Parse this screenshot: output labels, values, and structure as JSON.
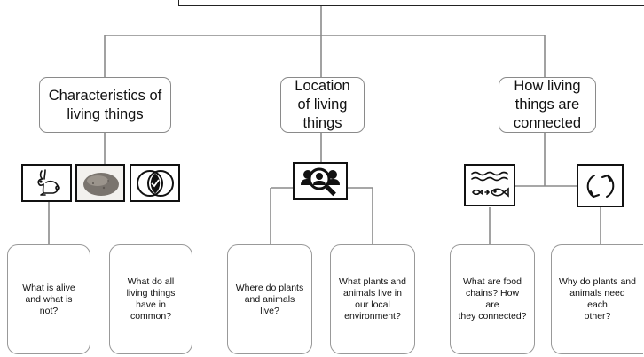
{
  "categories": [
    {
      "label": "Characteristics of\nliving things",
      "icons": [
        "rabbit-icon",
        "rock-icon",
        "venn-diagram-icon"
      ]
    },
    {
      "label": "Location\nof living\nthings",
      "icons": [
        "magnifying-people-icon"
      ]
    },
    {
      "label": "How living\nthings are\nconnected",
      "icons": [
        "food-chain-icon",
        "cycle-arrows-icon"
      ]
    }
  ],
  "questions": [
    {
      "text": "What is alive\nand what is not?"
    },
    {
      "text": "What do all\nliving things\nhave in\ncommon?"
    },
    {
      "text": "Where do plants\nand animals\nlive?"
    },
    {
      "text": "What plants and\nanimals live in\nour local\nenvironment?"
    },
    {
      "text": "What are food\nchains? How are\nthey connected?"
    },
    {
      "text": "Why do plants and\nanimals need each\nother?"
    }
  ],
  "colors": {
    "line": "#8a8a8a",
    "border": "#111111",
    "rock": "#7a746e"
  }
}
